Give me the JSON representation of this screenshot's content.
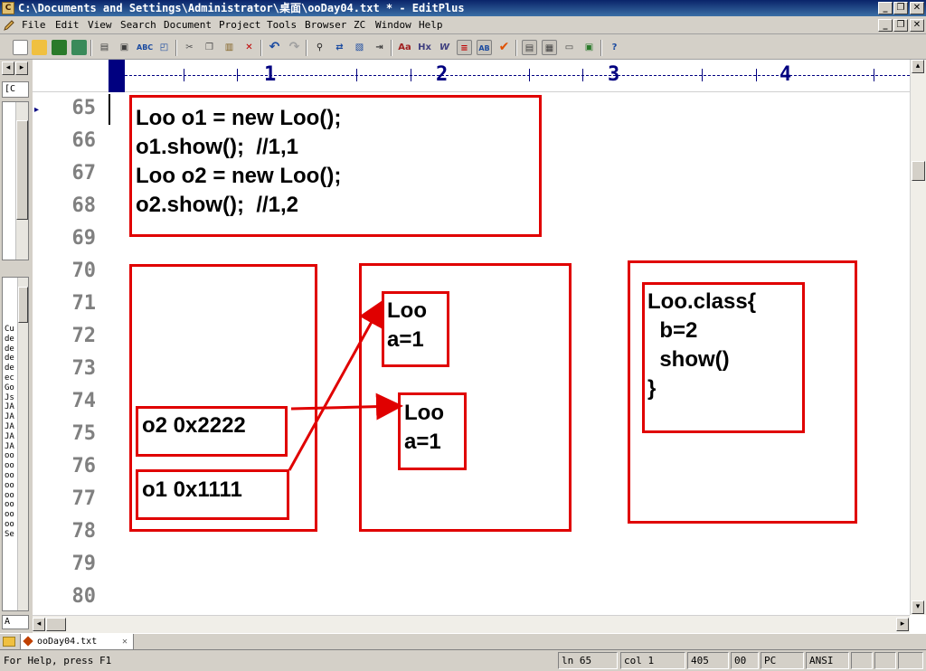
{
  "window": {
    "title": "C:\\Documents and Settings\\Administrator\\桌面\\ooDay04.txt * - EditPlus",
    "app_icon": "editplus-pencil-icon"
  },
  "menu": [
    "File",
    "Edit",
    "View",
    "Search",
    "Document",
    "Project",
    "Tools",
    "Browser",
    "ZC",
    "Window",
    "Help"
  ],
  "toolbar": {
    "icons": [
      "new-file-icon",
      "open-icon",
      "save-icon",
      "save-all-icon",
      "print-preview-icon",
      "print-icon",
      "spell-check-icon",
      "cliptext-icon",
      "cut-icon",
      "copy-icon",
      "paste-icon",
      "delete-icon",
      "undo-icon",
      "redo-icon",
      "find-icon",
      "replace-icon",
      "go-to-icon",
      "indent-icon",
      "font-icon",
      "hex-icon",
      "word-wrap-icon",
      "ruler-icon",
      "line-number-icon",
      "check-icon",
      "toggle-dir-icon",
      "toggle-cliptext-icon",
      "toggle-output-icon",
      "full-screen-icon",
      "help-icon"
    ]
  },
  "ruler": {
    "marks": [
      "1",
      "2",
      "3",
      "4"
    ]
  },
  "editor": {
    "line_numbers": [
      "65",
      "66",
      "67",
      "68",
      "69",
      "70",
      "71",
      "72",
      "73",
      "74",
      "75",
      "76",
      "77",
      "78",
      "79",
      "80"
    ]
  },
  "diagram": {
    "code_box": {
      "lines": [
        "Loo o1 = new Loo();",
        "o1.show();  //1,1",
        "Loo o2 = new Loo();",
        "o2.show();  //1,2"
      ]
    },
    "stack": {
      "o2": "o2 0x2222",
      "o1": "o1 0x1111"
    },
    "heap": {
      "obj1": [
        "Loo",
        "a=1"
      ],
      "obj2": [
        "Loo",
        "a=1"
      ]
    },
    "method_area": {
      "lines": [
        "Loo.class{",
        "  b=2",
        "  show()",
        "}"
      ]
    },
    "colors": {
      "box_border": "#e00000",
      "arrow": "#e00000"
    }
  },
  "left_panel": {
    "drive": "[C",
    "file_glyphs": [
      "Cu",
      "de",
      "de",
      "de",
      "de",
      "ec",
      "Go",
      "Js",
      "JA",
      "JA",
      "JA",
      "JA",
      "JA",
      "oo",
      "oo",
      "oo",
      "oo",
      "oo",
      "oo",
      "oo",
      "oo",
      "Se"
    ],
    "filter": "A"
  },
  "tabs": [
    {
      "label": "ooDay04.txt",
      "close": "✕"
    }
  ],
  "status": {
    "help": "For Help, press F1",
    "line": "ln 65",
    "col": "col 1",
    "chars": "405",
    "code": "00",
    "mode": "PC",
    "encoding": "ANSI"
  }
}
